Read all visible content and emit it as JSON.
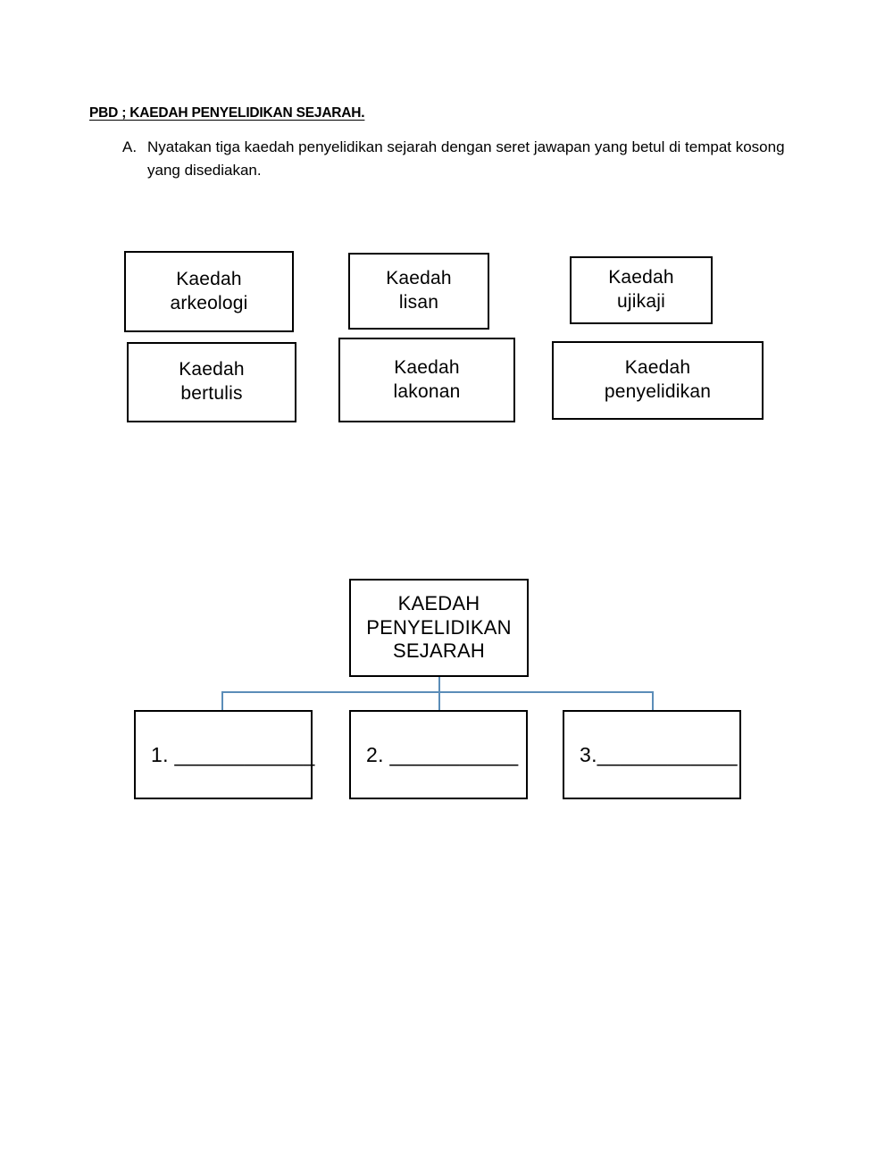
{
  "document": {
    "heading": "PBD ; KAEDAH PENYELIDIKAN SEJARAH.",
    "instruction": {
      "marker": "A.",
      "text": "Nyatakan tiga kaedah penyelidikan sejarah dengan seret jawapan yang betul di tempat kosong yang disediakan."
    }
  },
  "options": [
    {
      "id": "kaedah-arkeologi",
      "line1": "Kaedah",
      "line2": "arkeologi"
    },
    {
      "id": "kaedah-lisan",
      "line1": "Kaedah",
      "line2": "lisan"
    },
    {
      "id": "kaedah-ujikaji",
      "line1": "Kaedah",
      "line2": "ujikaji"
    },
    {
      "id": "kaedah-bertulis",
      "line1": "Kaedah",
      "line2": "bertulis"
    },
    {
      "id": "kaedah-lakonan",
      "line1": "Kaedah",
      "line2": "lakonan"
    },
    {
      "id": "kaedah-penyelidikan",
      "line1": "Kaedah",
      "line2": "penyelidikan"
    }
  ],
  "diagram": {
    "root": {
      "line1": "KAEDAH",
      "line2": "PENYELIDIKAN",
      "line3": "SEJARAH"
    },
    "connector_color": "#5b8db8",
    "answers": [
      {
        "id": "answer-1",
        "text": "1. ____________",
        "value": ""
      },
      {
        "id": "answer-2",
        "text": "2. ___________",
        "value": ""
      },
      {
        "id": "answer-3",
        "text": "3.____________",
        "value": ""
      }
    ]
  }
}
